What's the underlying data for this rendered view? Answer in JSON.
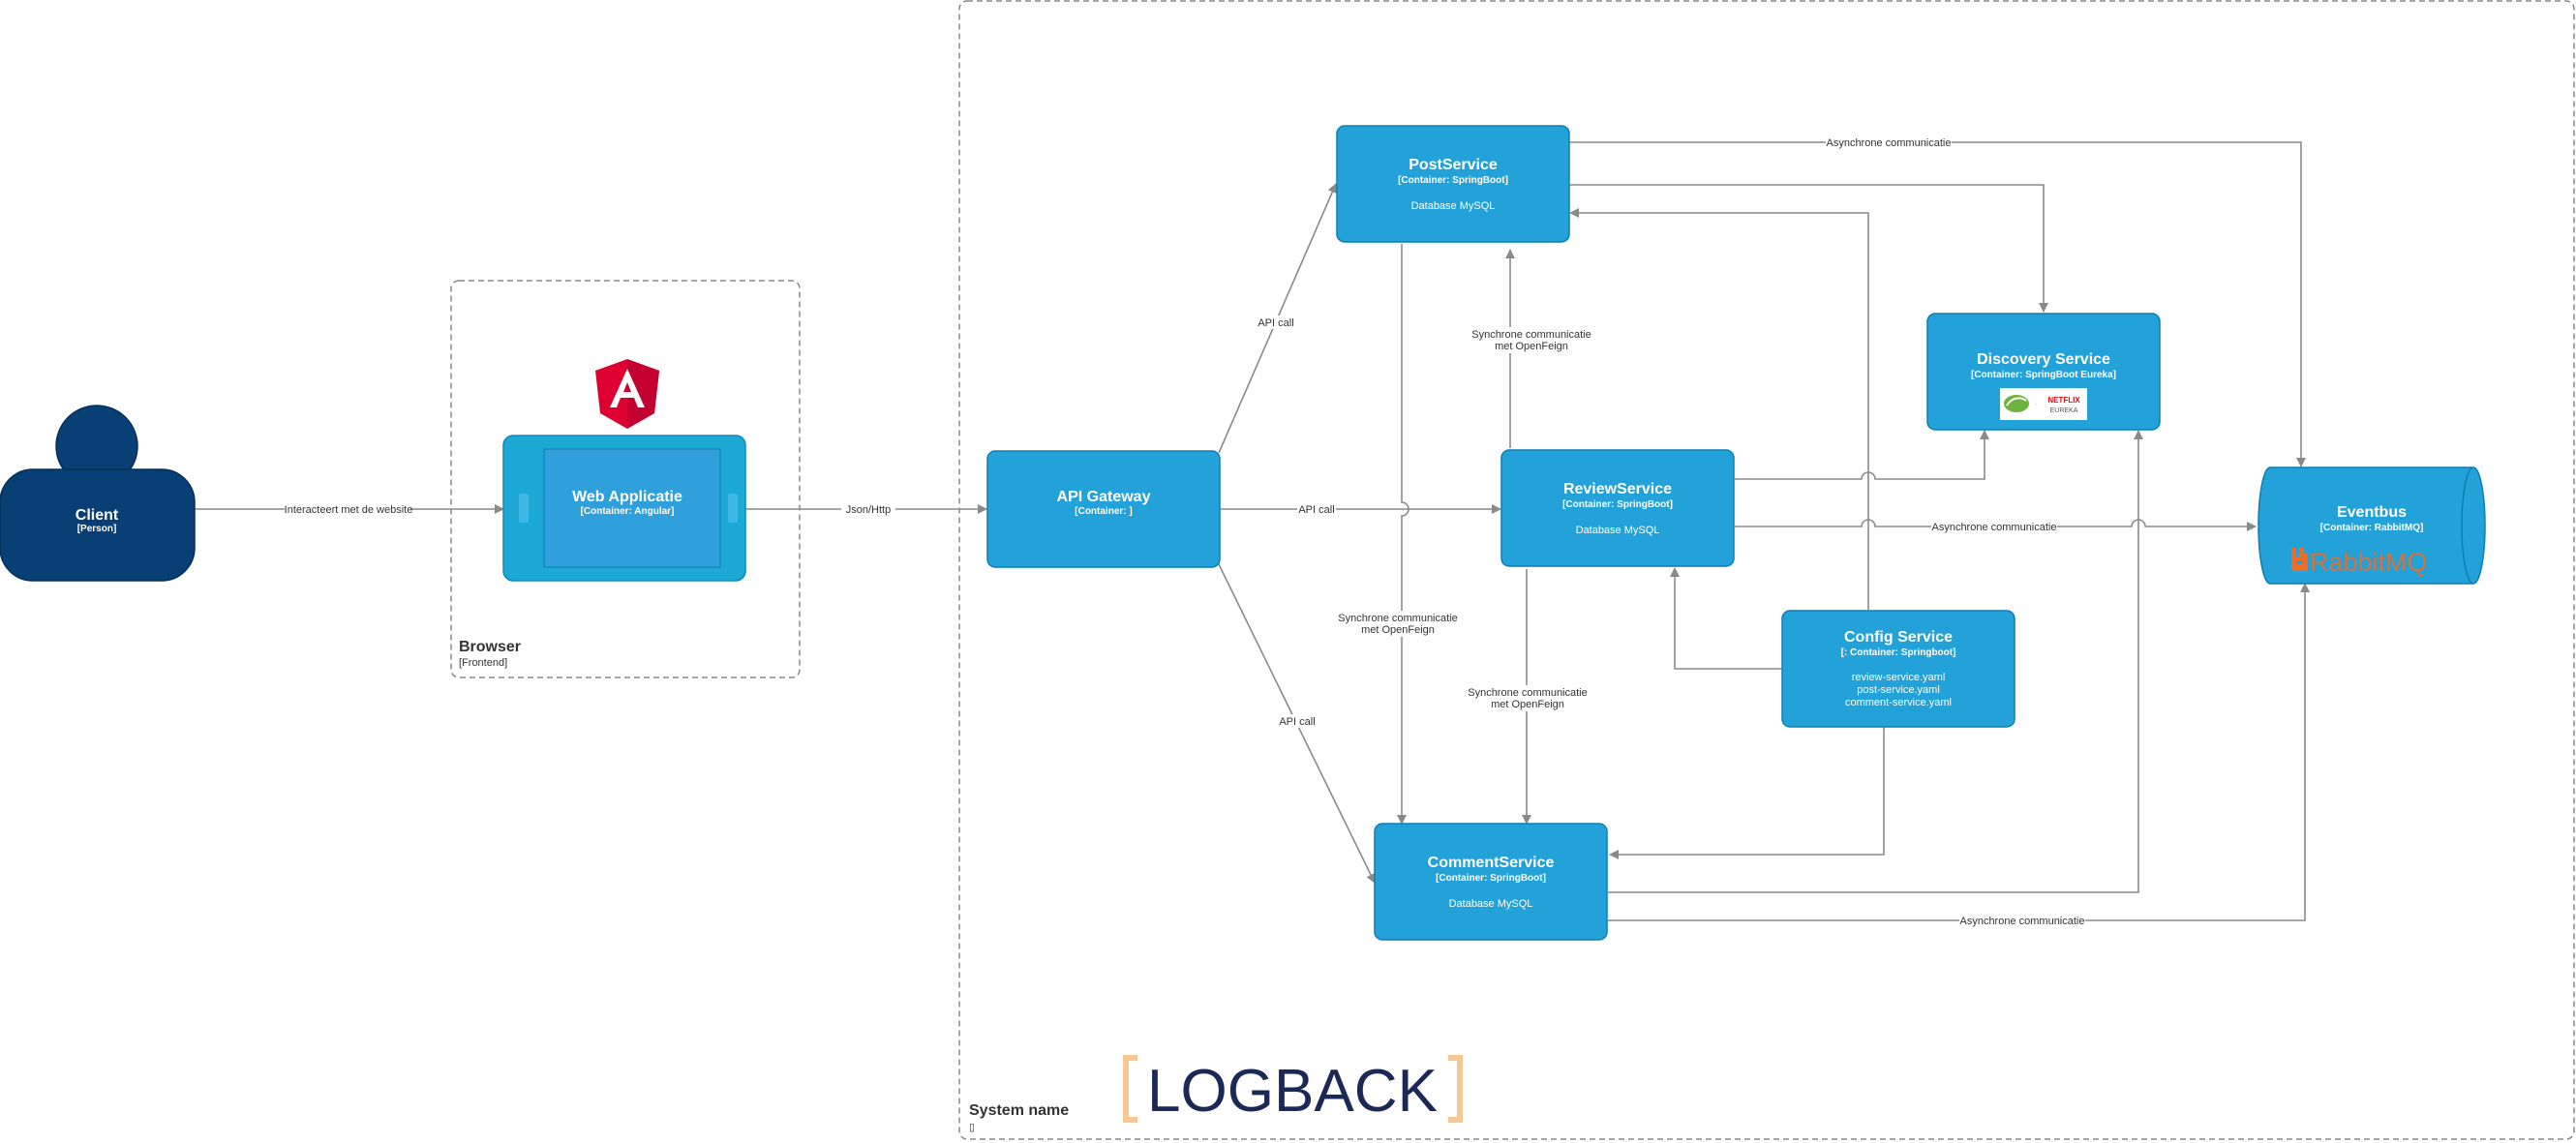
{
  "colors": {
    "container": "#23a2d9",
    "container_stroke": "#0e7db0",
    "person": "#083f75",
    "web_app": "#1da9d6",
    "edge": "#8a8a8a",
    "boundary": "#888888",
    "angular_red": "#dd0031",
    "rabbit_orange": "#f06c25",
    "logback_navy": "#1c2856",
    "logback_bracket": "#f7c992"
  },
  "icons": [
    "angular-logo-icon",
    "spring-eureka-logo-icon",
    "rabbitmq-logo-icon",
    "logback-logo-icon"
  ],
  "boundaries": {
    "browser": {
      "name": "Browser",
      "type": "[Frontend]"
    },
    "system": {
      "name": "System name",
      "glyph": "▯"
    }
  },
  "nodes": {
    "client": {
      "name": "Client",
      "type": "[Person]"
    },
    "webapp": {
      "name": "Web Applicatie",
      "type": "[Container: Angular]"
    },
    "gateway": {
      "name": "API Gateway",
      "type": "[Container: ]"
    },
    "post": {
      "name": "PostService",
      "type": "[Container: SpringBoot]",
      "desc": "Database MySQL"
    },
    "review": {
      "name": "ReviewService",
      "type": "[Container: SpringBoot]",
      "desc": "Database MySQL"
    },
    "comment": {
      "name": "CommentService",
      "type": "[Container: SpringBoot]",
      "desc": "Database MySQL"
    },
    "discovery": {
      "name": "Discovery Service",
      "type": "[Container: SpringBoot Eureka]",
      "logo_text": "NETFLIX",
      "logo_sub": "EUREKA"
    },
    "config": {
      "name": "Config Service",
      "type": "[: Container: Springboot]",
      "files": [
        "review-service.yaml",
        "post-service.yaml",
        "comment-service.yaml"
      ]
    },
    "eventbus": {
      "name": "Eventbus",
      "type": "[Container: RabbitMQ]",
      "logo_text": "RabbitMQ"
    }
  },
  "edges": {
    "client_web": "Interacteert met de website",
    "web_gateway": "Json/Http",
    "gw_post": "API call",
    "gw_review": "API call",
    "gw_comment": "API call",
    "review_post": [
      "Synchrone communicatie",
      "met OpenFeign"
    ],
    "post_comment": [
      "Synchrone communicatie",
      "met OpenFeign"
    ],
    "review_comment": [
      "Synchrone communicatie",
      "met OpenFeign"
    ],
    "post_eventbus": "Asynchrone communicatie",
    "review_eventbus": "Asynchrone communicatie",
    "comment_eventbus": "Asynchrone communicatie"
  },
  "logo": {
    "text": "LOGBACK"
  }
}
